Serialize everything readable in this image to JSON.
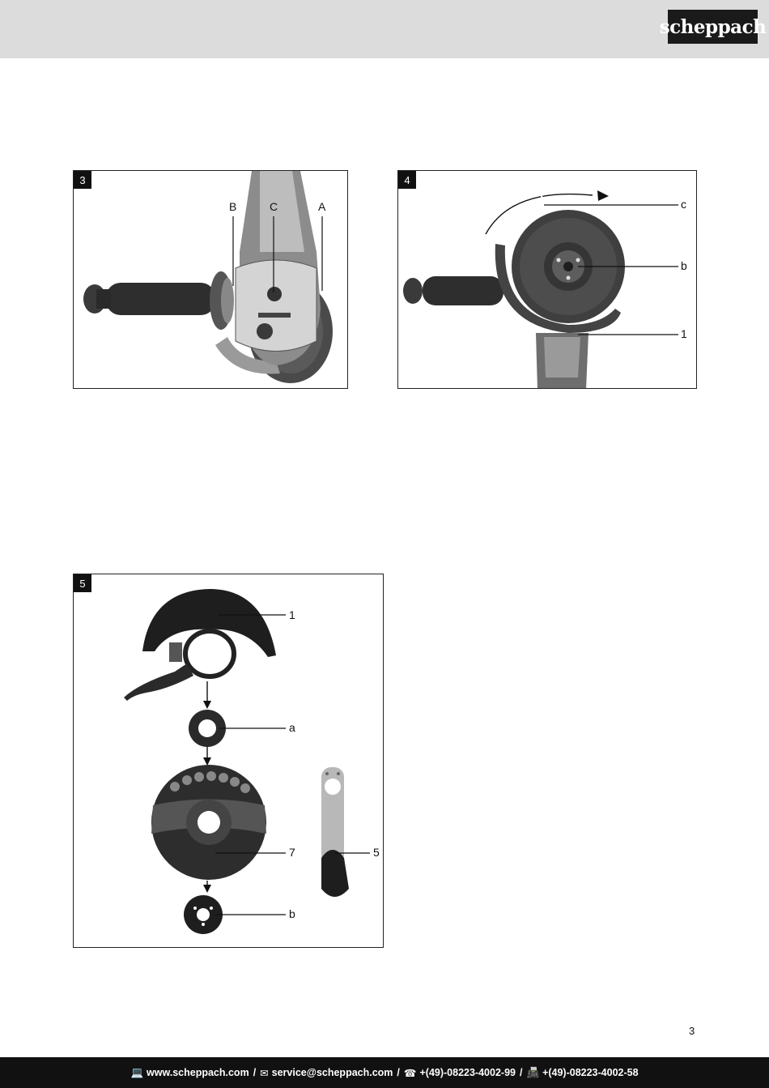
{
  "brand": {
    "name": "scheppach"
  },
  "figures": {
    "fig3": {
      "number": "3",
      "labels": {
        "B": "B",
        "C": "C",
        "A": "A"
      }
    },
    "fig4": {
      "number": "4",
      "labels": {
        "c": "c",
        "b": "b",
        "one": "1"
      }
    },
    "fig5": {
      "number": "5",
      "labels": {
        "one": "1",
        "a": "a",
        "seven": "7",
        "five": "5",
        "b": "b"
      }
    }
  },
  "page_number": "3",
  "footer": {
    "website": "www.scheppach.com",
    "email": "service@scheppach.com",
    "phone": "+(49)-08223-4002-99",
    "fax": "+(49)-08223-4002-58",
    "separator": "/",
    "icons": {
      "website": "computer-icon",
      "email": "mail-icon",
      "phone": "phone-icon",
      "fax": "fax-icon"
    }
  }
}
